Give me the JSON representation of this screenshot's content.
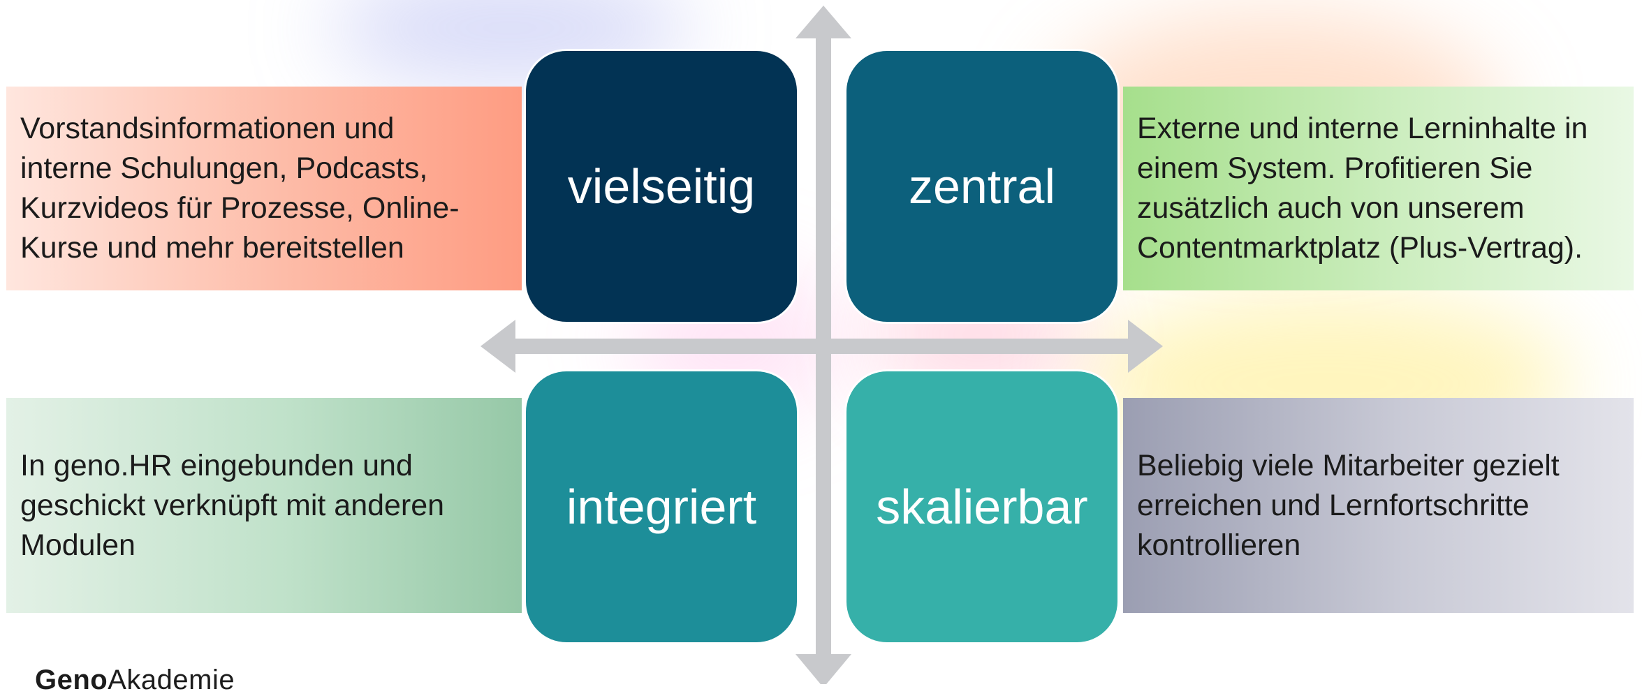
{
  "tiles": {
    "top_left": "vielseitig",
    "top_right": "zentral",
    "bottom_left": "integriert",
    "bottom_right": "skalierbar"
  },
  "panels": {
    "top_left": "Vorstandsinformationen und\ninterne Schulungen, Podcasts,\nKurzvideos für Prozesse, Online-\nKurse und mehr bereitstellen",
    "top_right": "Externe und interne Lerninhalte in\neinem System. Profitieren Sie\nzusätzlich auch von unserem\nContentmarktplatz (Plus-Vertrag).",
    "bottom_left": "In geno.HR eingebunden und\ngeschickt verknüpft mit anderen\nModulen",
    "bottom_right": "Beliebig viele Mitarbeiter gezielt\nerreichen und Lernfortschritte\nkontrollieren"
  },
  "logo": {
    "part1": "Geno",
    "part2": "Akademie"
  },
  "colors": {
    "tile_top_left": "#023354",
    "tile_top_right": "#0c607c",
    "tile_bottom_left": "#1d8e99",
    "tile_bottom_right": "#36b0a9",
    "axis": "#c8c9cc"
  }
}
